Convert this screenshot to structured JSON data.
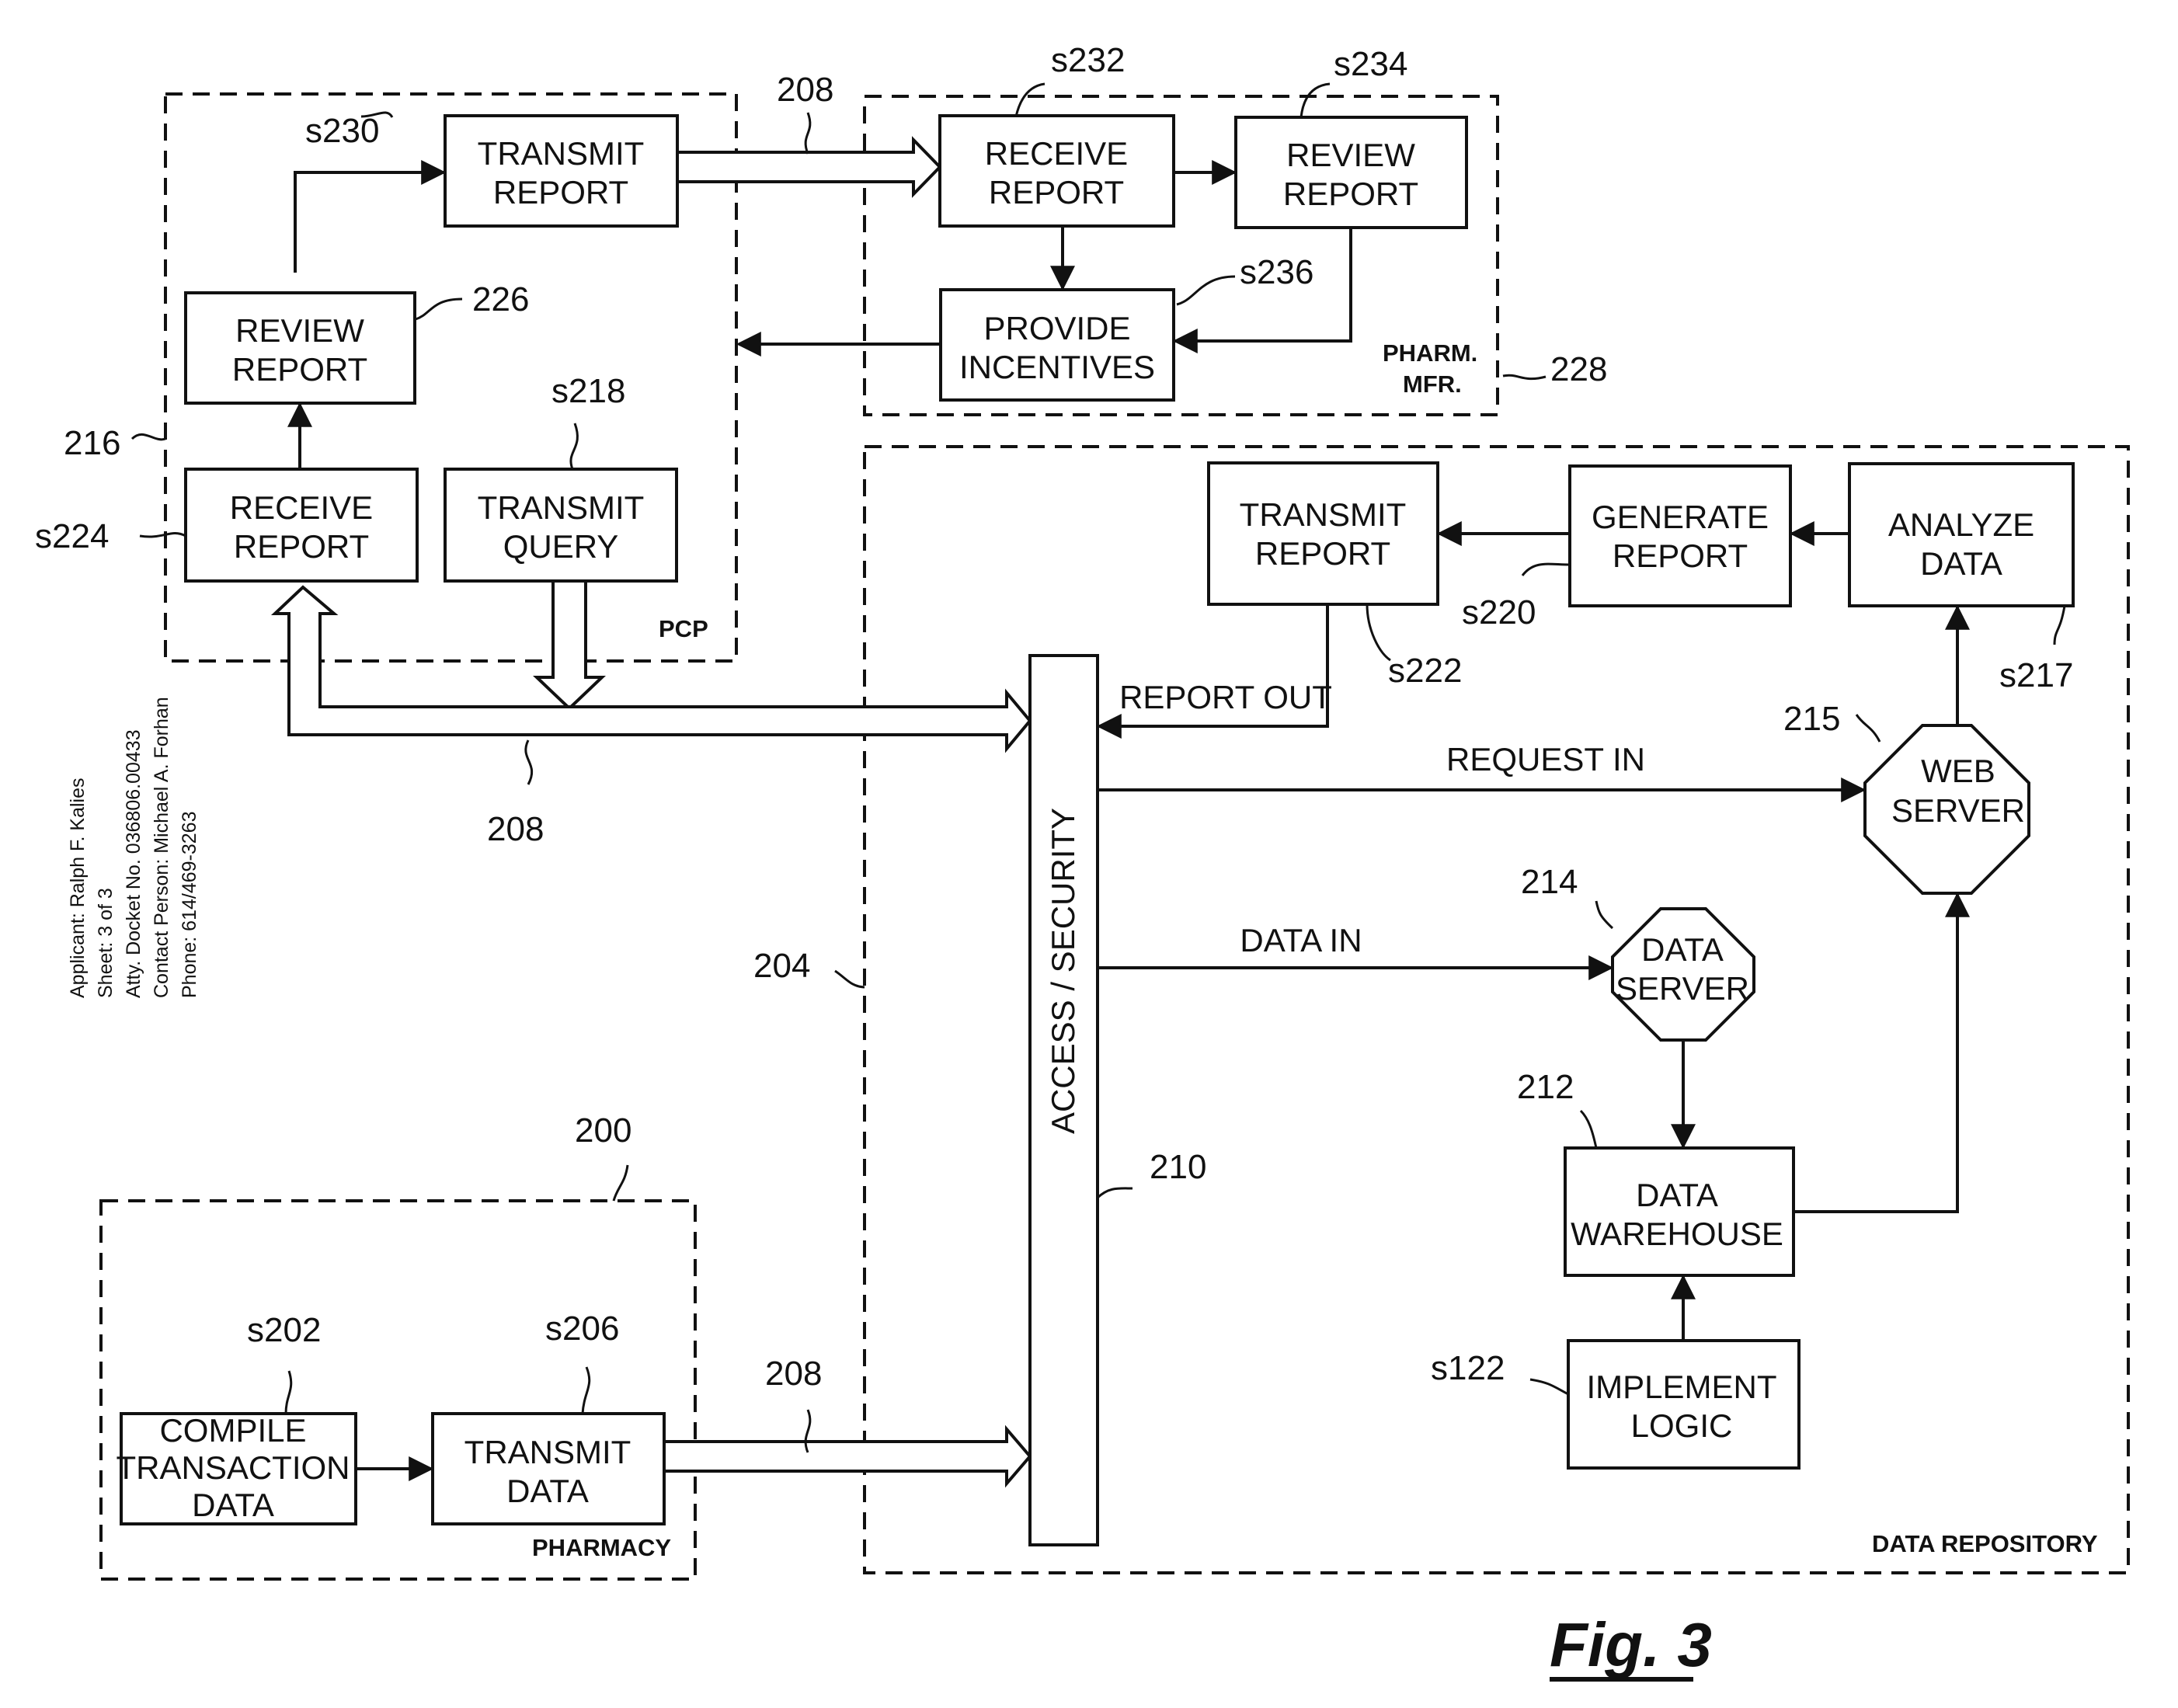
{
  "figure": {
    "label": "Fig. 3"
  },
  "applicant_info": {
    "line1": "Applicant: Ralph F. Kalies",
    "line2": "Sheet: 3 of 3",
    "line3": "Atty. Docket No. 036806.00433",
    "line4": "Contact Person: Michael A. Forhan",
    "line5": "Phone: 614/469-3263"
  },
  "regions": {
    "pcp": "PCP",
    "pharm_mfr_l1": "PHARM.",
    "pharm_mfr_l2": "MFR.",
    "data_repository": "DATA REPOSITORY",
    "pharmacy": "PHARMACY"
  },
  "boxes": {
    "pcp_transmit_report": {
      "l1": "TRANSMIT",
      "l2": "REPORT"
    },
    "pcp_review_report": {
      "l1": "REVIEW",
      "l2": "REPORT"
    },
    "pcp_receive_report": {
      "l1": "RECEIVE",
      "l2": "REPORT"
    },
    "pcp_transmit_query": {
      "l1": "TRANSMIT",
      "l2": "QUERY"
    },
    "mfr_receive_report": {
      "l1": "RECEIVE",
      "l2": "REPORT"
    },
    "mfr_review_report": {
      "l1": "REVIEW",
      "l2": "REPORT"
    },
    "mfr_provide_incentives": {
      "l1": "PROVIDE",
      "l2": "INCENTIVES"
    },
    "repo_transmit_report": {
      "l1": "TRANSMIT",
      "l2": "REPORT"
    },
    "repo_generate_report": {
      "l1": "GENERATE",
      "l2": "REPORT"
    },
    "repo_analyze_data": {
      "l1": "ANALYZE",
      "l2": "DATA"
    },
    "web_server": {
      "l1": "WEB",
      "l2": "SERVER"
    },
    "data_server": {
      "l1": "DATA",
      "l2": "SERVER"
    },
    "data_warehouse": {
      "l1": "DATA",
      "l2": "WAREHOUSE"
    },
    "implement_logic": {
      "l1": "IMPLEMENT",
      "l2": "LOGIC"
    },
    "compile_transaction_data": {
      "l1": "COMPILE",
      "l2": "TRANSACTION",
      "l3": "DATA"
    },
    "transmit_data": {
      "l1": "TRANSMIT",
      "l2": "DATA"
    },
    "access_security": "ACCESS / SECURITY"
  },
  "flows": {
    "report_out": "REPORT OUT",
    "request_in": "REQUEST IN",
    "data_in": "DATA IN"
  },
  "refs": {
    "s230": "s230",
    "s232": "s232",
    "s234": "s234",
    "s236": "s236",
    "r208_top": "208",
    "r226": "226",
    "r228": "228",
    "s218": "s218",
    "r216": "216",
    "s224": "s224",
    "r208_mid": "208",
    "s220": "s220",
    "s222": "s222",
    "s217": "s217",
    "r215": "215",
    "r214": "214",
    "r204": "204",
    "r212": "212",
    "r210": "210",
    "r200": "200",
    "s202": "s202",
    "s206": "s206",
    "r208_bot": "208",
    "s122": "s122"
  }
}
